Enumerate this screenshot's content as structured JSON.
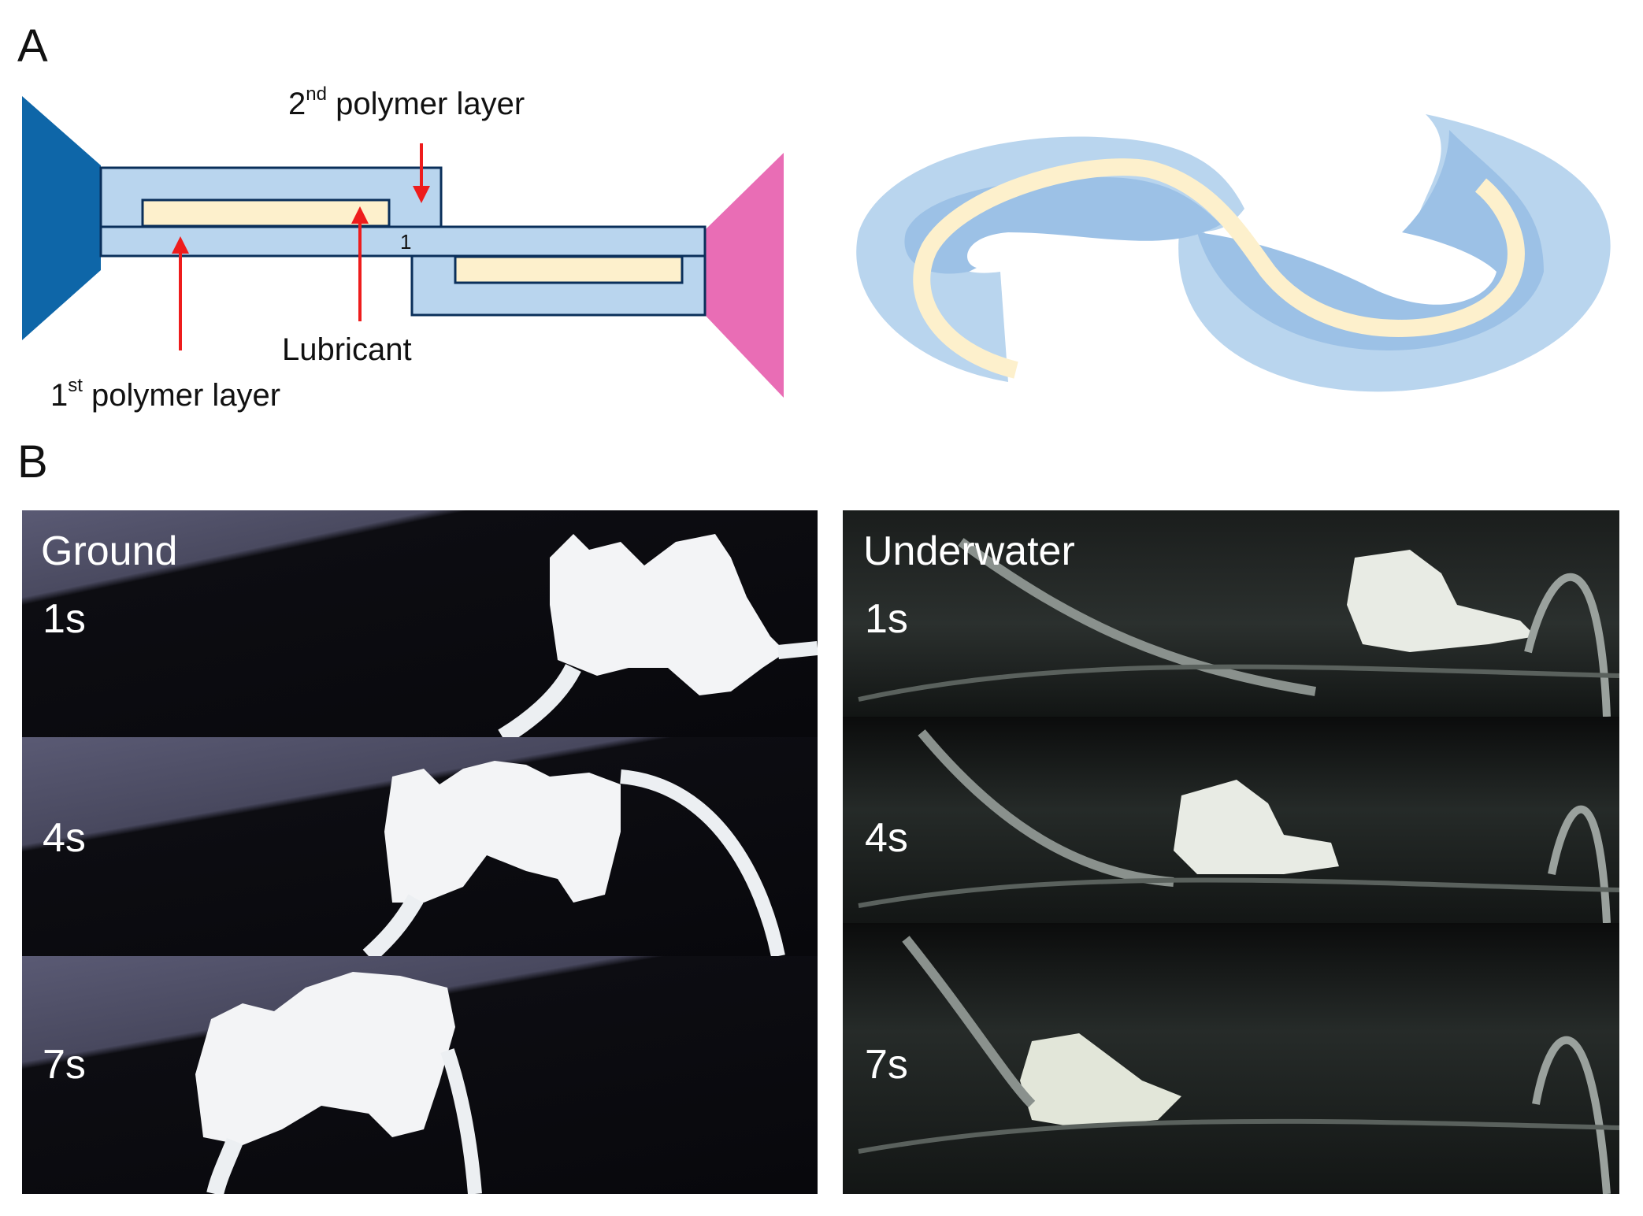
{
  "figure": {
    "panel_a": {
      "letter": "A",
      "labels": {
        "second_layer": {
          "prefix": "2",
          "sup": "nd",
          "text": "polymer layer"
        },
        "first_layer": {
          "prefix": "1",
          "sup": "st",
          "text": "polymer layer"
        },
        "lubricant": "Lubricant",
        "marker": "1"
      },
      "colors": {
        "polymer": "#b9d5ee",
        "polymer_dark": "#9cc1e6",
        "lubricant": "#fdf0cc",
        "left_end": "#0e66a8",
        "right_end": "#e96db5",
        "arrow": "#ee1c1c",
        "outline": "#0a2f5a"
      }
    },
    "panel_b": {
      "letter": "B",
      "ground": {
        "title": "Ground",
        "times": [
          "1s",
          "4s",
          "7s"
        ]
      },
      "underwater": {
        "title": "Underwater",
        "times": [
          "1s",
          "4s",
          "7s"
        ]
      }
    }
  }
}
